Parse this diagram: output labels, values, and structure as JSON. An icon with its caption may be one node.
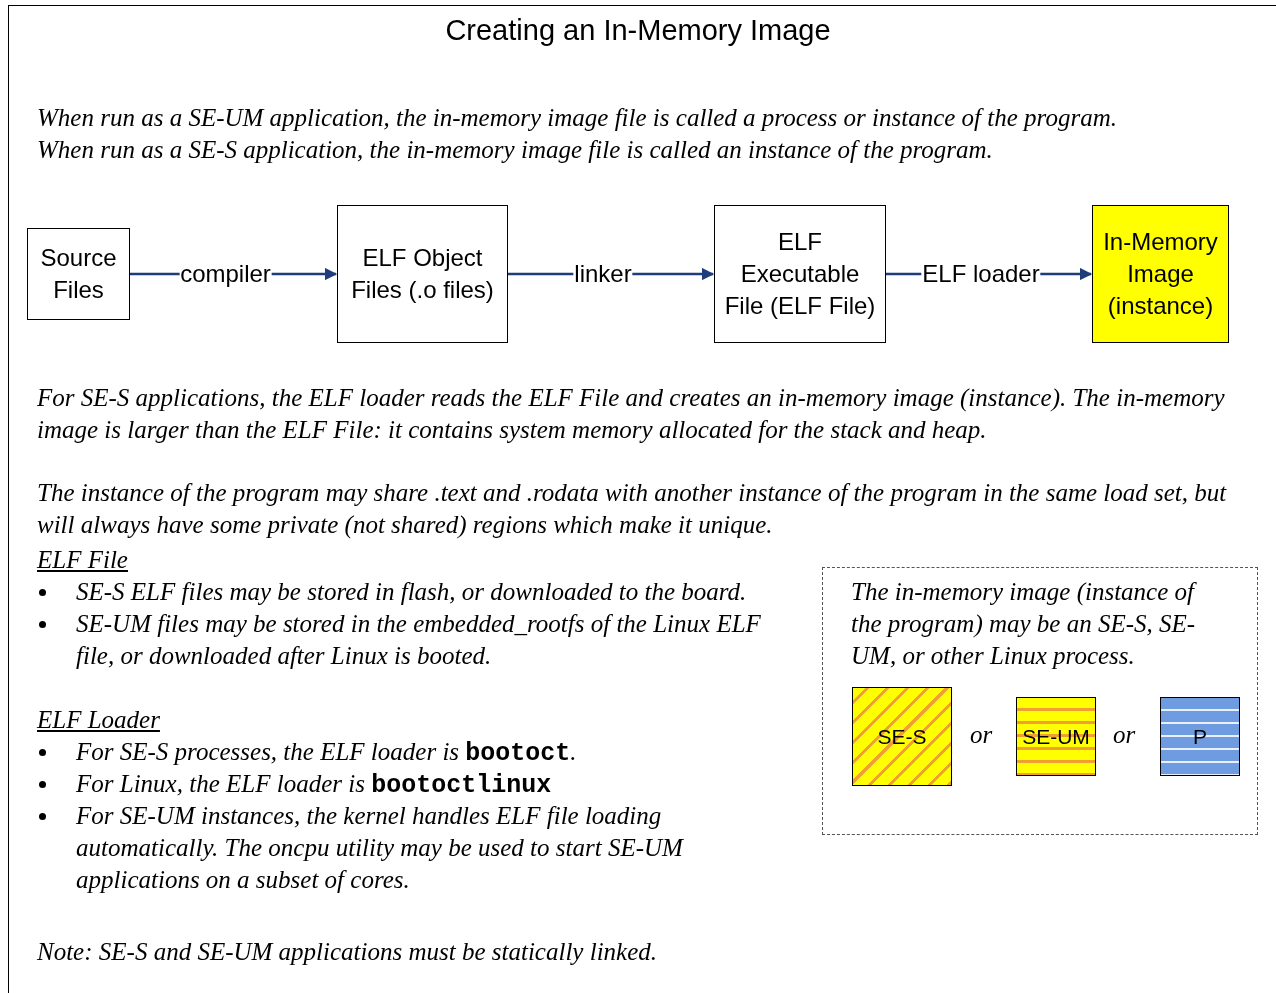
{
  "diagram": {
    "title": "Creating an In-Memory Image",
    "nodes": [
      {
        "text": [
          "Source Files"
        ]
      },
      {
        "text": [
          "ELF Object Files (.o files)"
        ]
      },
      {
        "text": [
          "ELF Executable File (ELF File)"
        ]
      },
      {
        "text": [
          "In-Memory Image (instance)"
        ]
      },
      {
        "text": [
          "The in-memory image (instance of the program) may be an SE-S, SE-UM, or other Linux process."
        ]
      },
      {
        "text": [
          "SE-S"
        ],
        "in": 4
      },
      {
        "text": [
          "SE-UM"
        ],
        "in": 4
      },
      {
        "text": [
          "P"
        ],
        "in": 4
      }
    ],
    "edges": [
      {
        "from": 0,
        "to": 1,
        "arrow": "to",
        "label": "compiler"
      },
      {
        "from": 1,
        "to": 2,
        "arrow": "to",
        "label": "linker"
      },
      {
        "from": 2,
        "to": 3,
        "arrow": "to",
        "label": "ELF loader"
      }
    ],
    "labels": [
      "When run as a SE-UM application, the in-memory image file is called a process or instance of the program.",
      "When run as a SE-S application, the in-memory image file is called an instance of the program.",
      "For SE-S applications, the ELF loader reads the ELF File and creates an in-memory image (instance).  The in-memory image is larger than the ELF File:  it contains system memory allocated for the stack and heap.",
      "The instance of the program may share .text and .rodata with another instance of the program in the same load set, but will always have some private (not shared) regions which make it unique.",
      "ELF File",
      "SE-S ELF files may be stored in flash, or downloaded to the board.",
      "SE-UM files may be stored in the embedded_rootfs of the Linux ELF file, or downloaded after Linux is booted.",
      "ELF Loader",
      "For SE-S processes, the ELF loader is **bootoct**.",
      "For Linux, the ELF loader is **bootoctlinux**",
      "For SE-UM instances, the kernel handles ELF file loading automatically.  The oncpu utility may be used to start SE-UM applications on a subset of cores.",
      "or",
      "or",
      "Note:  SE-S and SE-UM applications must be statically linked."
    ]
  }
}
